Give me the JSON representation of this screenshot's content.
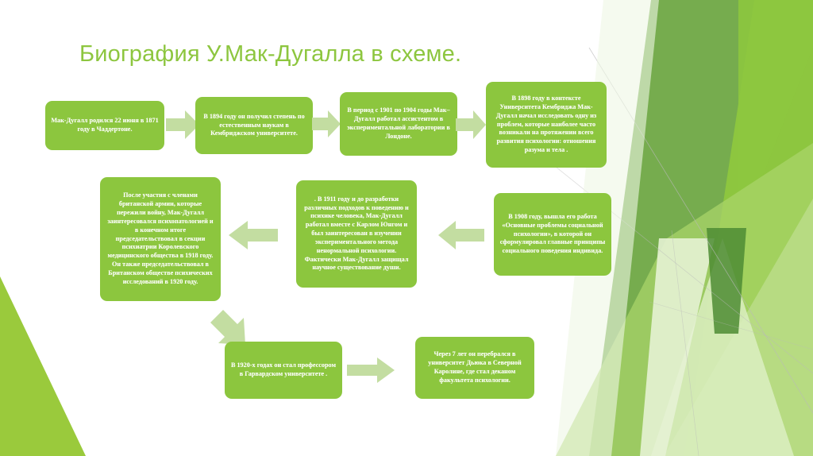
{
  "slide": {
    "title": "Биография У.Мак-Дугалла в схеме.",
    "title_color": "#8DC63F",
    "background_color": "#FFFFFF",
    "node_fill_color": "#8CC63E",
    "node_text_color": "#FFFFFF",
    "arrow_color": "#C3DDA1"
  },
  "nodes": [
    {
      "id": "node-1",
      "text": "Мак-Дугалл родился 22 июня в 1871 году в Чаддертоне."
    },
    {
      "id": "node-2",
      "text": "В 1894 году он получил степень по естественным наукам в Кембриджском университете."
    },
    {
      "id": "node-3",
      "text": "В период с 1901 по 1904 годы Мак–Дугалл работал ассистентом в экспериментальной лаборатории в Лондоне."
    },
    {
      "id": "node-4",
      "text": "В 1898 году  в контексте Университета Кембриджа Мак-Дугалл начал исследовать одну из проблем, которые наиболее часто возникали на протяжении всего развития психологии: отношения разума и тела ."
    },
    {
      "id": "node-5",
      "text": "В 1908 году, вышла его работа «Основные проблемы социальной психологии», в которой он сформулировал главные принципы социального поведения индивида."
    },
    {
      "id": "node-6",
      "text": ". В 1911 году и до разработки различных подходов к поведению и психике человека, Мак-Дугалл работал вместе с Карлом Юнгом и был заинтересован в изучении экспериментального метода ненормальной психологии. Фактически Мак-Дугалл защищал научное существование души."
    },
    {
      "id": "node-7",
      "text": "После участия с членами британской армии, которые пережили войну, Мак-Дугалл заинтересовался психопатологией и в конечном итоге председательствовал в секции психиатрии Королевского медицинского общества в 1918 году. Он также председательствовал в Британском обществе психических исследований в 1920 году."
    },
    {
      "id": "node-8",
      "text": "В 1920-х годах он стал профессором в Гарвардском университете ."
    },
    {
      "id": "node-9",
      "text": "Через 7 лет он перебрался в университет Дьюка в Северной Каролине, где стал деканом факультета психологии."
    }
  ],
  "arrows": [
    {
      "id": "arrow-1-2",
      "direction": "right"
    },
    {
      "id": "arrow-2-3",
      "direction": "right"
    },
    {
      "id": "arrow-3-4",
      "direction": "right"
    },
    {
      "id": "arrow-4-5",
      "direction": "down"
    },
    {
      "id": "arrow-5-6",
      "direction": "left"
    },
    {
      "id": "arrow-6-7",
      "direction": "left"
    },
    {
      "id": "arrow-7-8",
      "direction": "down-right"
    },
    {
      "id": "arrow-8-9",
      "direction": "right"
    }
  ]
}
